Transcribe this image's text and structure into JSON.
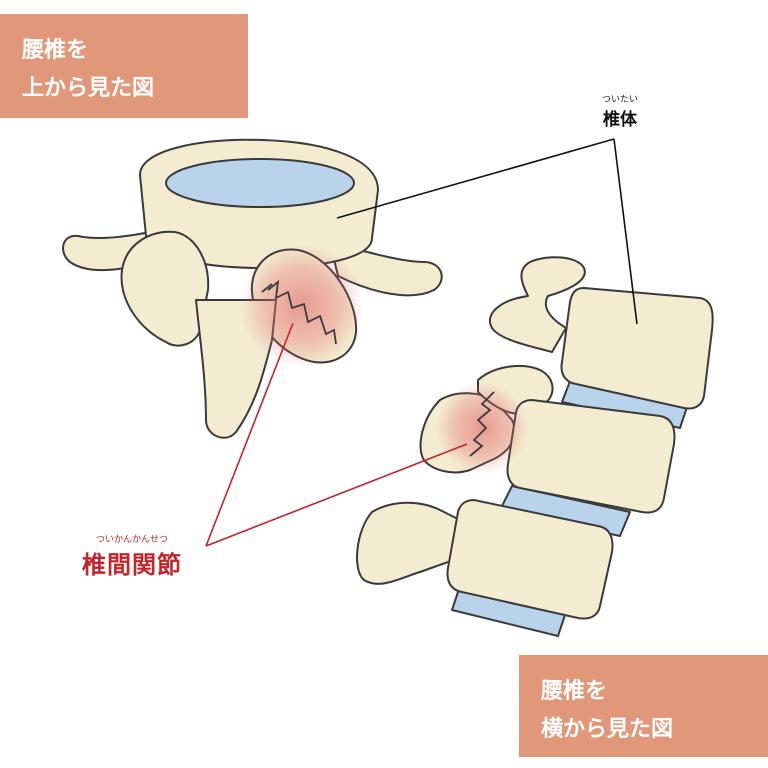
{
  "panels": {
    "top_view": {
      "line1": "腰椎を",
      "line2": "上から見た図"
    },
    "side_view": {
      "line1": "腰椎を",
      "line2": "横から見た図"
    }
  },
  "labels": {
    "vertebral_body": {
      "ruby": "ついたい",
      "text": "椎体",
      "color": "#111111"
    },
    "facet_joint": {
      "ruby": "ついかんかんせつ",
      "text": "椎間関節",
      "color": "#c0262a"
    }
  },
  "colors": {
    "panel": "#e1977a",
    "bone": "#f3ecd0",
    "bone_outline": "#3a3a3a",
    "disc": "#b9d3ea",
    "highlight": "#e36d70"
  }
}
